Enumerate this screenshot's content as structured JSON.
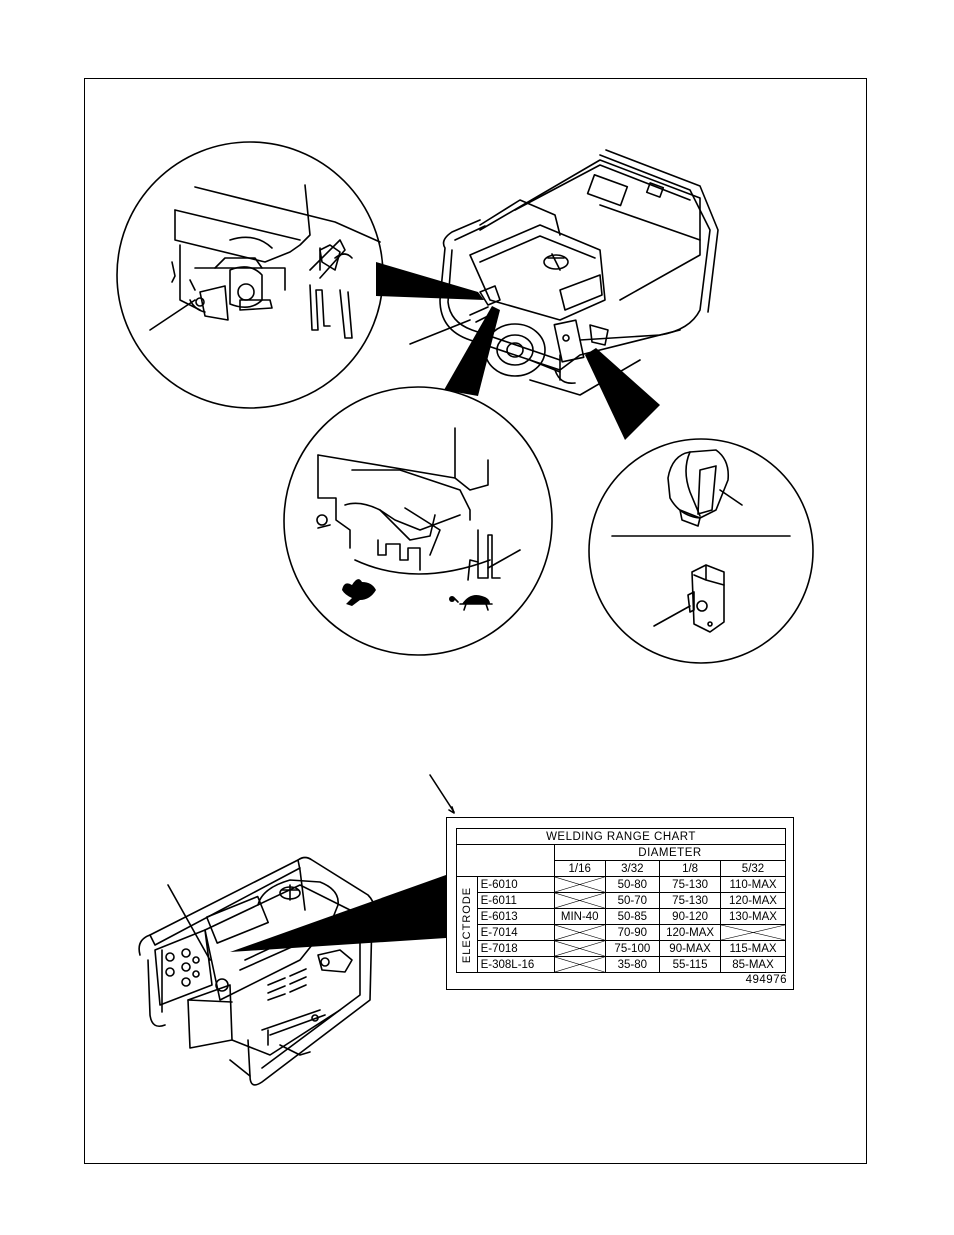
{
  "welding_range_chart": {
    "title": "WELDING RANGE CHART",
    "diameter_label": "DIAMETER",
    "electrode_label": "ELECTRODE",
    "diameters": [
      "1/16",
      "3/32",
      "1/8",
      "5/32"
    ],
    "rows": [
      {
        "electrode": "E-6010",
        "values": [
          "",
          "50-80",
          "75-130",
          "110-MAX"
        ]
      },
      {
        "electrode": "E-6011",
        "values": [
          "",
          "50-70",
          "75-130",
          "120-MAX"
        ]
      },
      {
        "electrode": "E-6013",
        "values": [
          "MIN-40",
          "50-85",
          "90-120",
          "130-MAX"
        ]
      },
      {
        "electrode": "E-7014",
        "values": [
          "",
          "70-90",
          "120-MAX",
          ""
        ]
      },
      {
        "electrode": "E-7018",
        "values": [
          "",
          "75-100",
          "90-MAX",
          "115-MAX"
        ]
      },
      {
        "electrode": "E-308L-16",
        "values": [
          "",
          "35-80",
          "55-115",
          "85-MAX"
        ]
      }
    ],
    "part_number": "494976"
  }
}
